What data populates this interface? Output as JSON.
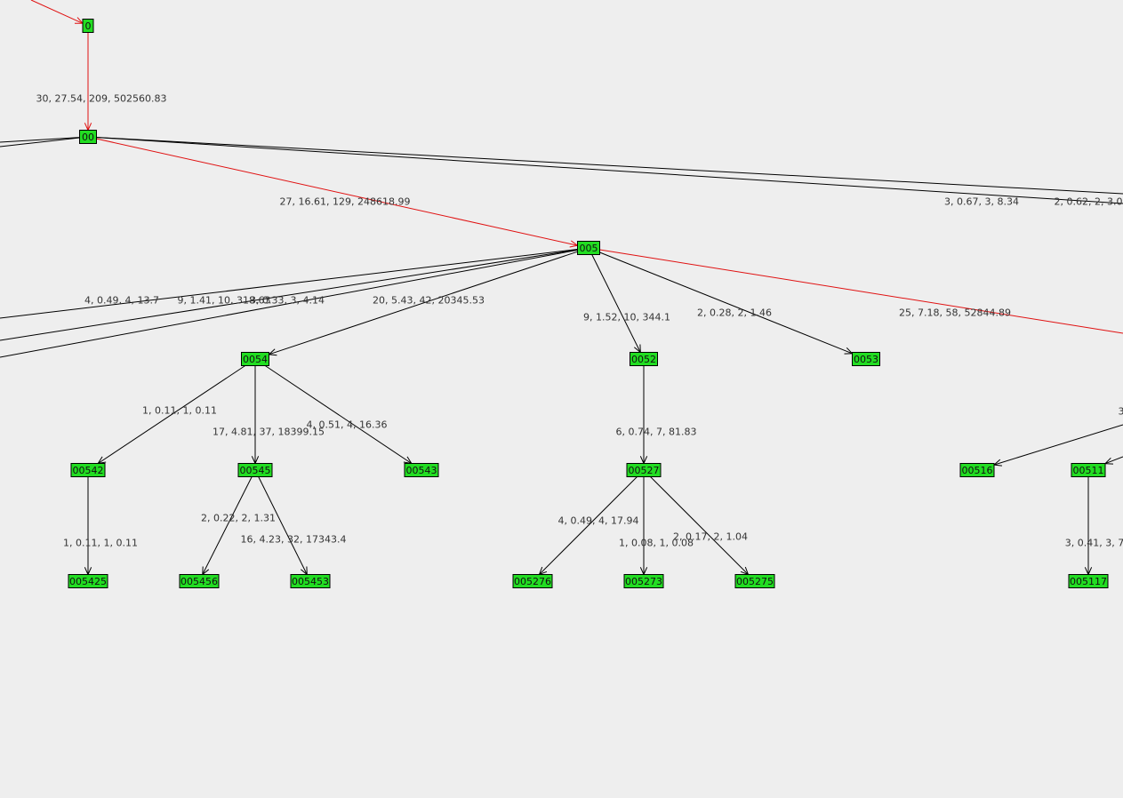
{
  "colors": {
    "background": "#eeeeee",
    "node_fill": "#22dd22",
    "node_border": "#000000",
    "edge_default": "#000000",
    "edge_highlight": "#e01010"
  },
  "nodes": [
    {
      "id": "n-0",
      "label": "0"
    },
    {
      "id": "n-00",
      "label": "00"
    },
    {
      "id": "n-005",
      "label": "005"
    },
    {
      "id": "n-0054",
      "label": "0054"
    },
    {
      "id": "n-0052",
      "label": "0052"
    },
    {
      "id": "n-0053",
      "label": "0053"
    },
    {
      "id": "n-00542",
      "label": "00542"
    },
    {
      "id": "n-00545",
      "label": "00545"
    },
    {
      "id": "n-00543",
      "label": "00543"
    },
    {
      "id": "n-00527",
      "label": "00527"
    },
    {
      "id": "n-00516",
      "label": "00516"
    },
    {
      "id": "n-00511",
      "label": "00511"
    },
    {
      "id": "n-005425",
      "label": "005425"
    },
    {
      "id": "n-005456",
      "label": "005456"
    },
    {
      "id": "n-005453",
      "label": "005453"
    },
    {
      "id": "n-005276",
      "label": "005276"
    },
    {
      "id": "n-005273",
      "label": "005273"
    },
    {
      "id": "n-005275",
      "label": "005275"
    },
    {
      "id": "n-005117",
      "label": "005117"
    }
  ],
  "edges": [
    {
      "id": "e-root-0",
      "from": "offscreen",
      "to": "n-0",
      "label": "",
      "highlight": true
    },
    {
      "id": "e-0-00",
      "from": "n-0",
      "to": "n-00",
      "label": "30, 27.54, 209, 502560.83",
      "highlight": true
    },
    {
      "id": "e-00-005",
      "from": "n-00",
      "to": "n-005",
      "label": "27, 16.61, 129, 248618.99",
      "highlight": true
    },
    {
      "id": "e-00-left-a",
      "from": "n-00",
      "to": "offscreen",
      "label": "",
      "highlight": false
    },
    {
      "id": "e-00-left-b",
      "from": "n-00",
      "to": "offscreen",
      "label": "",
      "highlight": false
    },
    {
      "id": "e-00-right-a",
      "from": "n-00",
      "to": "offscreen",
      "label": "3, 0.67, 3, 8.34",
      "highlight": false
    },
    {
      "id": "e-00-right-b",
      "from": "n-00",
      "to": "offscreen",
      "label": "2, 0.62, 2, 3.0",
      "highlight": false
    },
    {
      "id": "e-005-left-a",
      "from": "n-005",
      "to": "offscreen",
      "label": "4, 0.49, 4, 13.7",
      "highlight": false
    },
    {
      "id": "e-005-left-b",
      "from": "n-005",
      "to": "offscreen",
      "label": "9, 1.41, 10, 318.63",
      "highlight": false
    },
    {
      "id": "e-005-left-c",
      "from": "n-005",
      "to": "offscreen",
      "label": "3, 0.33, 3, 4.14",
      "highlight": false
    },
    {
      "id": "e-005-0054",
      "from": "n-005",
      "to": "n-0054",
      "label": "20, 5.43, 42, 20345.53",
      "highlight": false
    },
    {
      "id": "e-005-0052",
      "from": "n-005",
      "to": "n-0052",
      "label": "9, 1.52, 10, 344.1",
      "highlight": false
    },
    {
      "id": "e-005-0053",
      "from": "n-005",
      "to": "n-0053",
      "label": "2, 0.28, 2, 1.46",
      "highlight": false
    },
    {
      "id": "e-005-right",
      "from": "n-005",
      "to": "offscreen",
      "label": "25, 7.18, 58, 52844.89",
      "highlight": true
    },
    {
      "id": "e-0054-00542",
      "from": "n-0054",
      "to": "n-00542",
      "label": "1, 0.11, 1, 0.11",
      "highlight": false
    },
    {
      "id": "e-0054-00545",
      "from": "n-0054",
      "to": "n-00545",
      "label": "17, 4.81, 37, 18399.15",
      "highlight": false
    },
    {
      "id": "e-0054-00543",
      "from": "n-0054",
      "to": "n-00543",
      "label": "4, 0.51, 4, 16.36",
      "highlight": false
    },
    {
      "id": "e-0052-00527",
      "from": "n-0052",
      "to": "n-00527",
      "label": "6, 0.74, 7, 81.83",
      "highlight": false
    },
    {
      "id": "e-right-00516",
      "from": "offscreen",
      "to": "n-00516",
      "label": "3",
      "highlight": false
    },
    {
      "id": "e-right-00511",
      "from": "offscreen",
      "to": "n-00511",
      "label": "",
      "highlight": false
    },
    {
      "id": "e-00542-005425",
      "from": "n-00542",
      "to": "n-005425",
      "label": "1, 0.11, 1, 0.11",
      "highlight": false
    },
    {
      "id": "e-00545-005456",
      "from": "n-00545",
      "to": "n-005456",
      "label": "2, 0.22, 2, 1.31",
      "highlight": false
    },
    {
      "id": "e-00545-005453",
      "from": "n-00545",
      "to": "n-005453",
      "label": "16, 4.23, 32, 17343.4",
      "highlight": false
    },
    {
      "id": "e-00527-005276",
      "from": "n-00527",
      "to": "n-005276",
      "label": "4, 0.49, 4, 17.94",
      "highlight": false
    },
    {
      "id": "e-00527-005273",
      "from": "n-00527",
      "to": "n-005273",
      "label": "1, 0.08, 1, 0.08",
      "highlight": false
    },
    {
      "id": "e-00527-005275",
      "from": "n-00527",
      "to": "n-005275",
      "label": "2, 0.17, 2, 1.04",
      "highlight": false
    },
    {
      "id": "e-00511-005117",
      "from": "n-00511",
      "to": "n-005117",
      "label": "3, 0.41, 3, 7",
      "highlight": false
    }
  ]
}
